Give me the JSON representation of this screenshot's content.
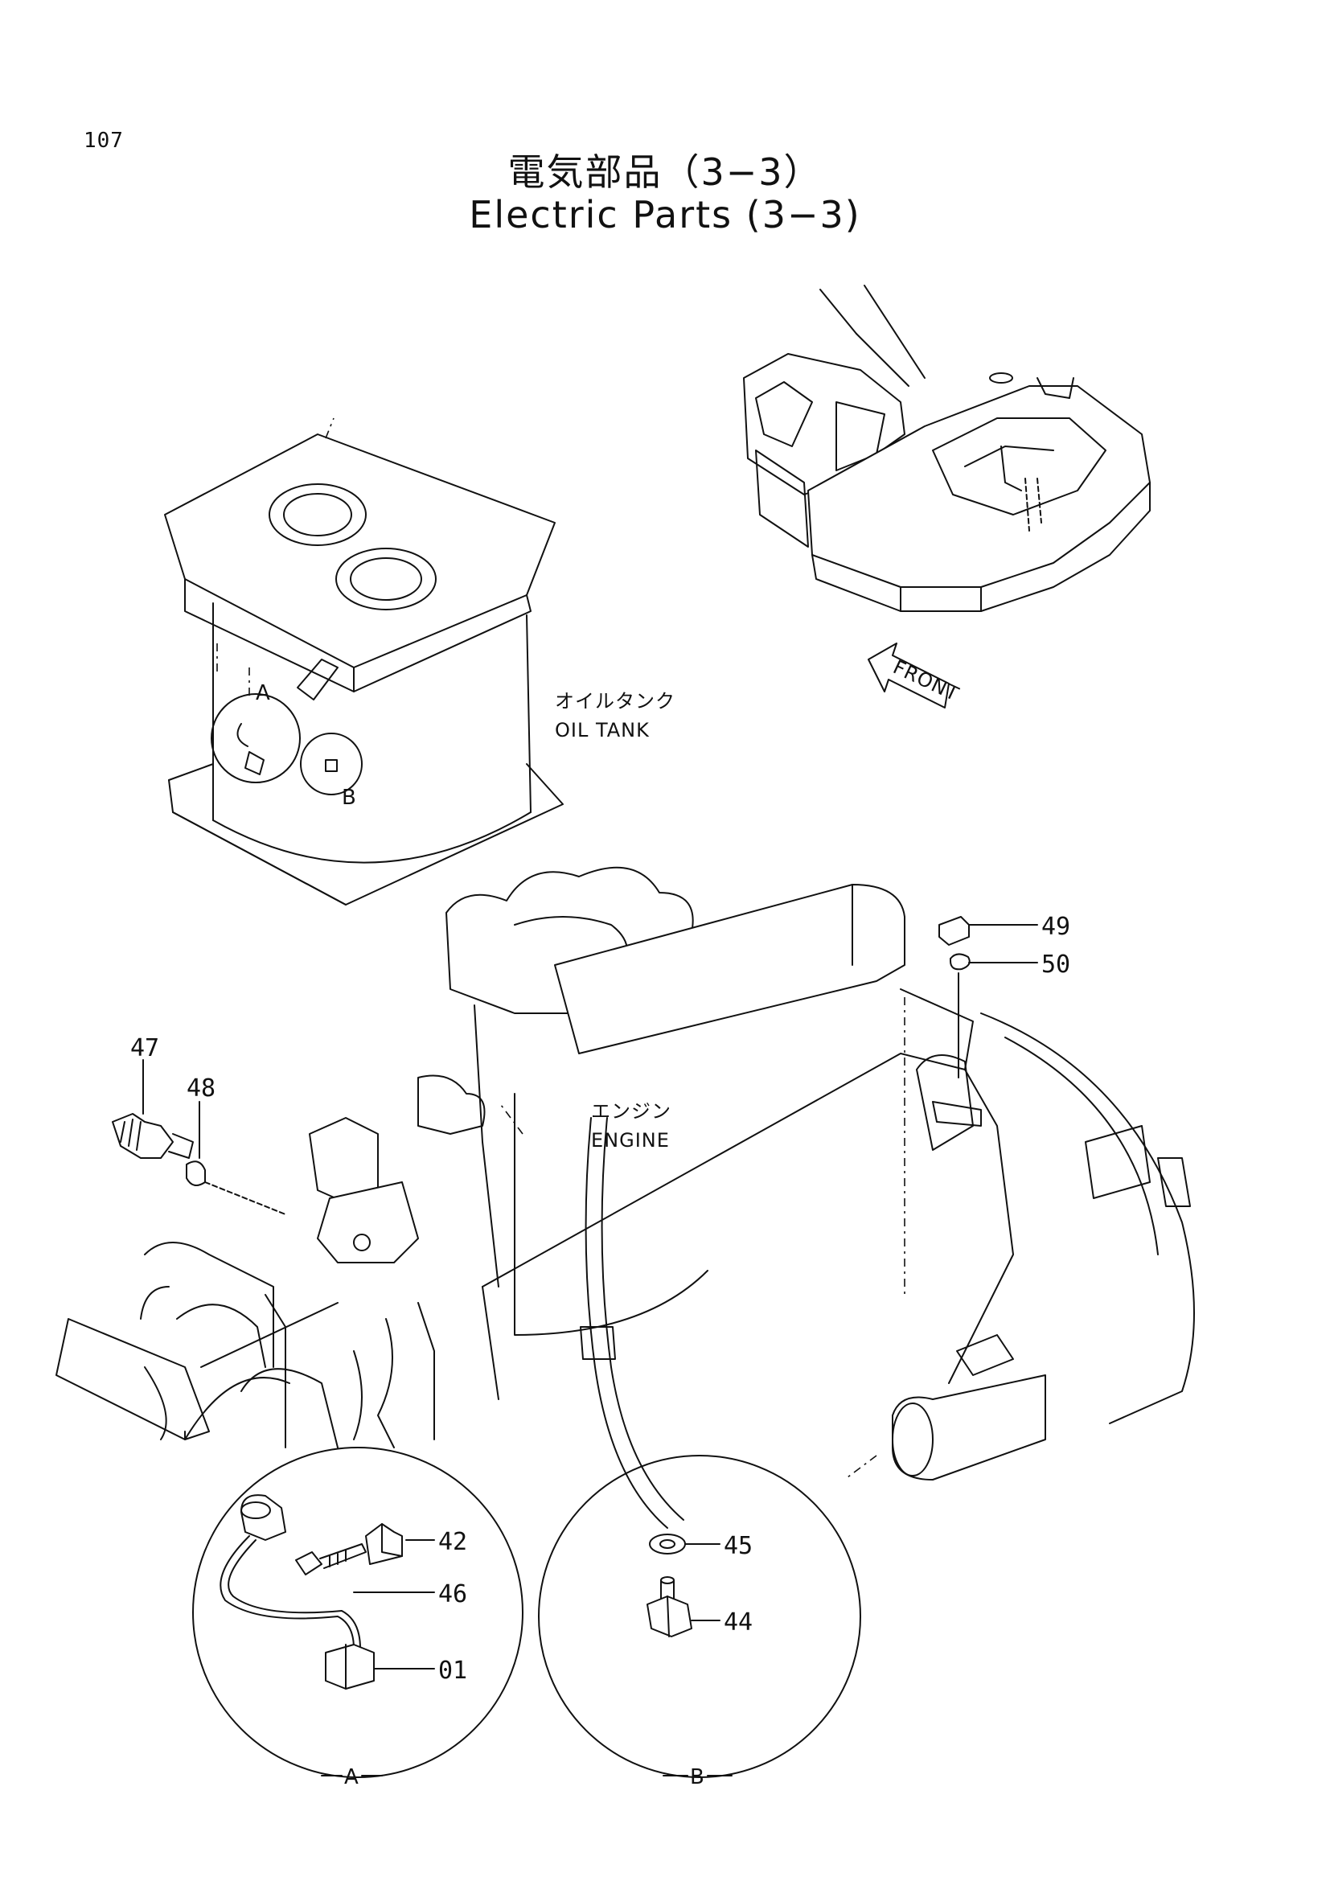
{
  "page_number": "107",
  "title_jp": "電気部品（3−3）",
  "title_en": "Electric Parts (3−3)",
  "labels": {
    "oil_tank_jp": "オイルタンク",
    "oil_tank_en": "OIL TANK",
    "engine_jp": "エンジン",
    "engine_en": "ENGINE",
    "front_arrow": "FRONT",
    "detail_a": "A",
    "detail_b": "B"
  },
  "callouts": {
    "p01": "01",
    "p42": "42",
    "p44": "44",
    "p45": "45",
    "p46": "46",
    "p47": "47",
    "p48": "48",
    "p49": "49",
    "p50": "50"
  }
}
